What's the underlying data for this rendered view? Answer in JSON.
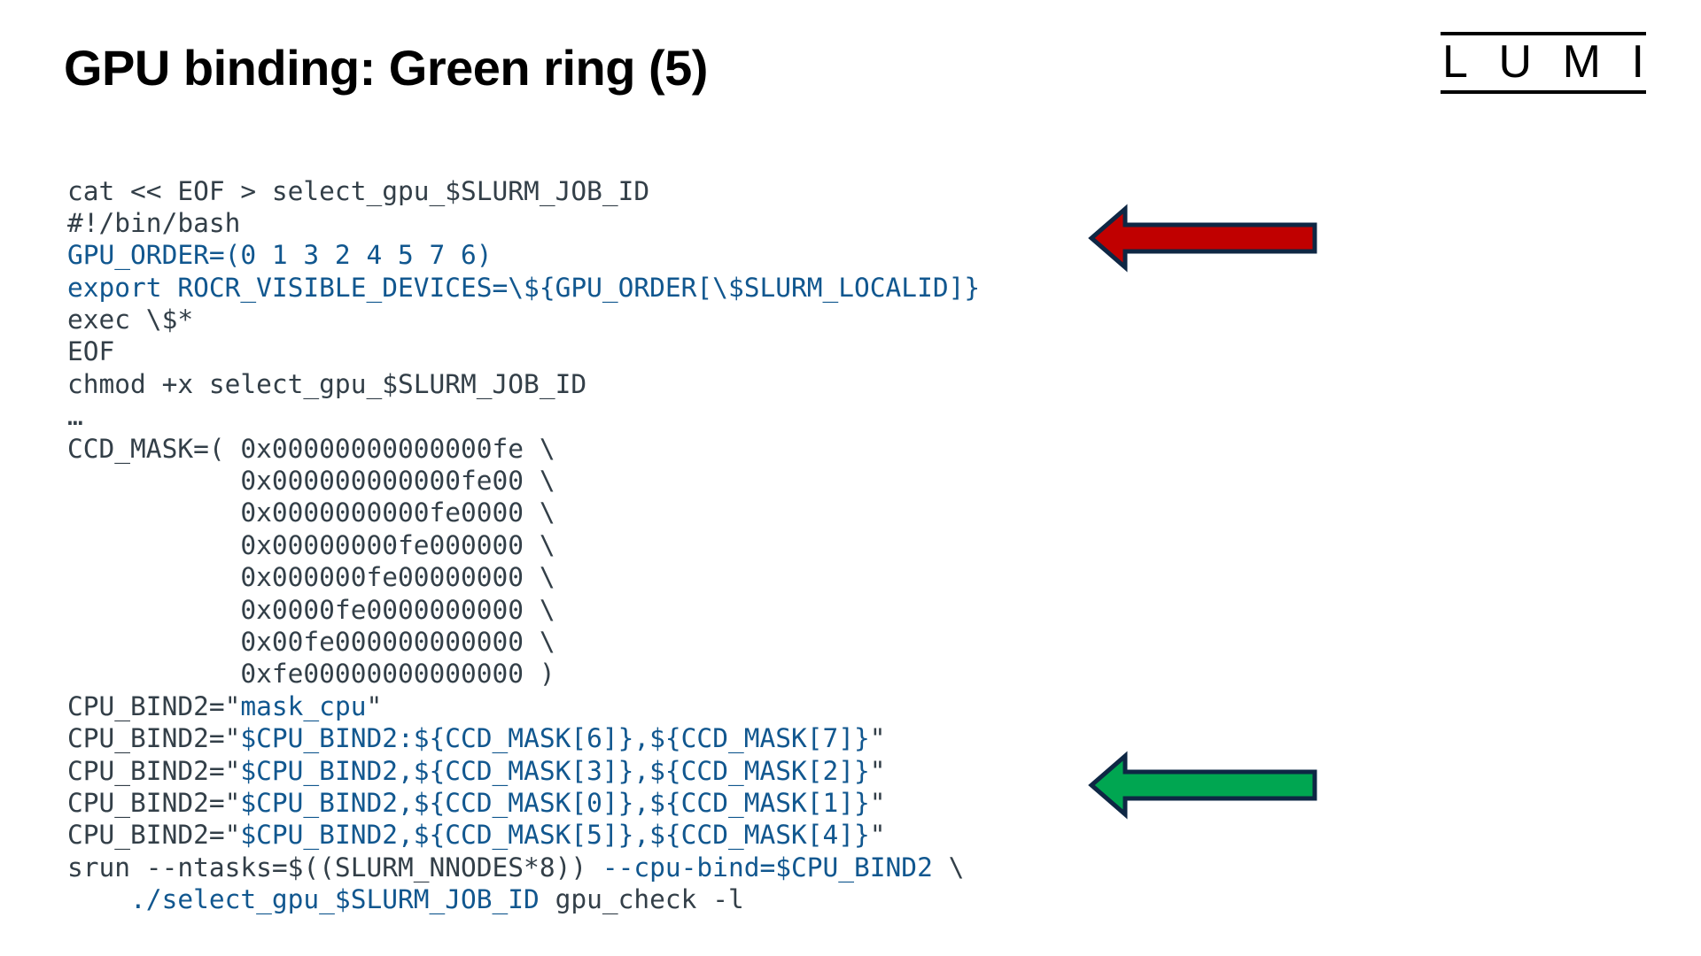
{
  "slide": {
    "title": "GPU binding: Green ring (5)",
    "background_color": "#ffffff"
  },
  "logo": {
    "name": "LUMI",
    "letters": [
      "L",
      "U",
      "M",
      "I"
    ],
    "color": "#000000"
  },
  "colors": {
    "code_plain": "#333f48",
    "code_accent_blue": "#11578f",
    "arrow_red_fill": "#c00000",
    "arrow_green_fill": "#00a651",
    "arrow_outline": "#0e2744"
  },
  "code": {
    "language": "bash",
    "lines": [
      {
        "id": "l1",
        "segments": [
          {
            "text": "cat << EOF > select_gpu_$SLURM_JOB_ID",
            "style": "plain"
          }
        ]
      },
      {
        "id": "l2",
        "segments": [
          {
            "text": "#!/bin/bash",
            "style": "plain"
          }
        ]
      },
      {
        "id": "l3",
        "segments": [
          {
            "text": "GPU_ORDER=(0 1 3 2 4 5 7 6)",
            "style": "blue"
          }
        ]
      },
      {
        "id": "l4",
        "segments": [
          {
            "text": "export ROCR_VISIBLE_DEVICES=\\${GPU_ORDER[\\$SLURM_LOCALID]}",
            "style": "blue"
          }
        ]
      },
      {
        "id": "l5",
        "segments": [
          {
            "text": "exec \\$*",
            "style": "plain"
          }
        ]
      },
      {
        "id": "l6",
        "segments": [
          {
            "text": "EOF",
            "style": "plain"
          }
        ]
      },
      {
        "id": "l7",
        "segments": [
          {
            "text": "chmod +x select_gpu_$SLURM_JOB_ID",
            "style": "plain"
          }
        ]
      },
      {
        "id": "l8",
        "segments": [
          {
            "text": "…",
            "style": "plain"
          }
        ]
      },
      {
        "id": "l9",
        "segments": [
          {
            "text": "CCD_MASK=( 0x00000000000000fe \\",
            "style": "plain"
          }
        ]
      },
      {
        "id": "l10",
        "segments": [
          {
            "text": "           0x000000000000fe00 \\",
            "style": "plain"
          }
        ]
      },
      {
        "id": "l11",
        "segments": [
          {
            "text": "           0x0000000000fe0000 \\",
            "style": "plain"
          }
        ]
      },
      {
        "id": "l12",
        "segments": [
          {
            "text": "           0x00000000fe000000 \\",
            "style": "plain"
          }
        ]
      },
      {
        "id": "l13",
        "segments": [
          {
            "text": "           0x000000fe00000000 \\",
            "style": "plain"
          }
        ]
      },
      {
        "id": "l14",
        "segments": [
          {
            "text": "           0x0000fe0000000000 \\",
            "style": "plain"
          }
        ]
      },
      {
        "id": "l15",
        "segments": [
          {
            "text": "           0x00fe000000000000 \\",
            "style": "plain"
          }
        ]
      },
      {
        "id": "l16",
        "segments": [
          {
            "text": "           0xfe00000000000000 )",
            "style": "plain"
          }
        ]
      },
      {
        "id": "l17",
        "segments": [
          {
            "text": "CPU_BIND2=\"",
            "style": "plain"
          },
          {
            "text": "mask_cpu",
            "style": "blue"
          },
          {
            "text": "\"",
            "style": "plain"
          }
        ]
      },
      {
        "id": "l18",
        "segments": [
          {
            "text": "CPU_BIND2=\"",
            "style": "plain"
          },
          {
            "text": "$CPU_BIND2:${CCD_MASK[6]},${CCD_MASK[7]}",
            "style": "blue"
          },
          {
            "text": "\"",
            "style": "plain"
          }
        ]
      },
      {
        "id": "l19",
        "segments": [
          {
            "text": "CPU_BIND2=\"",
            "style": "plain"
          },
          {
            "text": "$CPU_BIND2,${CCD_MASK[3]},${CCD_MASK[2]}",
            "style": "blue"
          },
          {
            "text": "\"",
            "style": "plain"
          }
        ]
      },
      {
        "id": "l20",
        "segments": [
          {
            "text": "CPU_BIND2=\"",
            "style": "plain"
          },
          {
            "text": "$CPU_BIND2,${CCD_MASK[0]},${CCD_MASK[1]}",
            "style": "blue"
          },
          {
            "text": "\"",
            "style": "plain"
          }
        ]
      },
      {
        "id": "l21",
        "segments": [
          {
            "text": "CPU_BIND2=\"",
            "style": "plain"
          },
          {
            "text": "$CPU_BIND2,${CCD_MASK[5]},${CCD_MASK[4]}",
            "style": "blue"
          },
          {
            "text": "\"",
            "style": "plain"
          }
        ]
      },
      {
        "id": "l22",
        "segments": [
          {
            "text": "srun --ntasks=$((SLURM_NNODES*8)) ",
            "style": "plain"
          },
          {
            "text": "--cpu-bind=$CPU_BIND2",
            "style": "blue"
          },
          {
            "text": " \\",
            "style": "plain"
          }
        ]
      },
      {
        "id": "l23",
        "segments": [
          {
            "text": "    ",
            "style": "plain"
          },
          {
            "text": "./select_gpu_$SLURM_JOB_ID",
            "style": "blue"
          },
          {
            "text": " gpu_check -l",
            "style": "plain"
          }
        ]
      }
    ]
  },
  "annotations": {
    "red_arrow": {
      "label": "red-left-arrow",
      "direction": "left",
      "fill": "#c00000",
      "outline": "#0e2744",
      "points_at_line": "GPU_ORDER=(0 1 3 2 4 5 7 6)"
    },
    "green_arrow": {
      "label": "green-left-arrow",
      "direction": "left",
      "fill": "#00a651",
      "outline": "#0e2744",
      "points_at_line": "CPU_BIND2=\"$CPU_BIND2,${CCD_MASK[3]},${CCD_MASK[2]}\""
    }
  }
}
